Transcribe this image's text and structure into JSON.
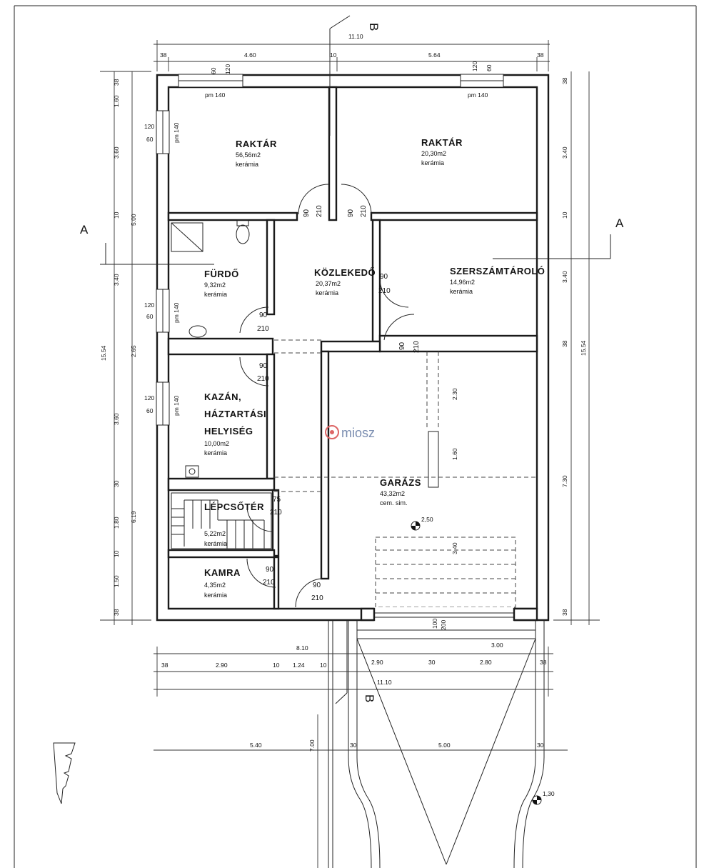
{
  "overall_dims": {
    "total_width_top": "11.10",
    "total_width_bottom": "11.10",
    "depth_left": "15.54",
    "depth_right": "15.54",
    "width_8_10": "8.10",
    "drive_total": "7.00",
    "drive_width": "5.00",
    "left_5_40": "5.40",
    "slope_6_19": "6.19"
  },
  "dims_top": [
    "38",
    "4.60",
    "10",
    "5.64",
    "38"
  ],
  "dims_bottom": [
    "38",
    "2.90",
    "10",
    "1.24",
    "10",
    "2.90",
    "30",
    "2.80",
    "38"
  ],
  "dims_left": [
    "38",
    "1.60",
    "3.60",
    "10",
    "5.00",
    "3.40",
    "2.65",
    "3.60",
    "30",
    "1.80",
    "10",
    "1.50",
    "38"
  ],
  "dims_right": [
    "38",
    "3.40",
    "10",
    "3.40",
    "38",
    "7.30",
    "38"
  ],
  "windows": {
    "pm": "pm 140",
    "w120": "120",
    "w60": "60",
    "w140": "140",
    "sill_60": "60",
    "sill_120": "120"
  },
  "doors": {
    "d90": "90",
    "d210": "210",
    "d75": "75"
  },
  "rooms": {
    "raktar1": {
      "name": "RAKTÁR",
      "area": "56,56m2",
      "floor": "kerámia"
    },
    "raktar2": {
      "name": "RAKTÁR",
      "area": "20,30m2",
      "floor": "kerámia"
    },
    "furdo": {
      "name": "FÜRDŐ",
      "area": "9,32m2",
      "floor": "kerámia"
    },
    "kozlekedo": {
      "name": "KÖZLEKEDŐ",
      "area": "20,37m2",
      "floor": "kerámia"
    },
    "szerszam": {
      "name": "SZERSZÁMTÁROLÓ",
      "area": "14,96m2",
      "floor": "kerámia"
    },
    "kazan": {
      "name1": "KAZÁN,",
      "name2": "HÁZTARTÁSI",
      "name3": "HELYISÉG",
      "area": "10,00m2",
      "floor": "kerámia"
    },
    "lepcso": {
      "name": "LÉPCSŐTÉR",
      "area": "5,22m2",
      "floor": "kerámia"
    },
    "kamra": {
      "name": "KAMRA",
      "area": "4,35m2",
      "floor": "kerámia"
    },
    "garazs": {
      "name": "GARÁZS",
      "area": "43,32m2",
      "floor": "cem. sim."
    }
  },
  "garage_dims": {
    "d230": "2.30",
    "d160": "1.60",
    "d340": "3.40",
    "d300": "3.00",
    "d290": "2.90",
    "d280": "2.80",
    "d30": "30",
    "d100": "100",
    "d200": "200"
  },
  "levels": {
    "garage": "2,50",
    "drive": "1,30"
  },
  "section_marks": {
    "a": "A",
    "b": "B"
  },
  "logo_text": "miosz"
}
